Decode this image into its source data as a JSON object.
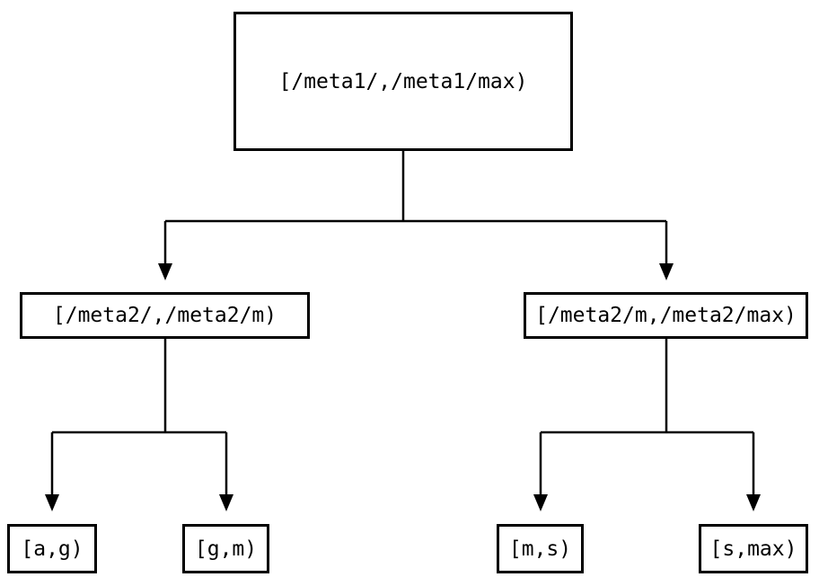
{
  "diagram": {
    "type": "binary-tree",
    "background_color": "#ffffff",
    "line_color": "#000000",
    "box_border_color": "#000000",
    "text_color": "#000000",
    "root": {
      "label": "[/meta1/,/meta1/max)",
      "children": [
        {
          "label": "[/meta2/,/meta2/m)",
          "children": [
            {
              "label": "[a,g)"
            },
            {
              "label": "[g,m)"
            }
          ]
        },
        {
          "label": "[/meta2/m,/meta2/max)",
          "children": [
            {
              "label": "[m,s)"
            },
            {
              "label": "[s,max)"
            }
          ]
        }
      ]
    }
  }
}
